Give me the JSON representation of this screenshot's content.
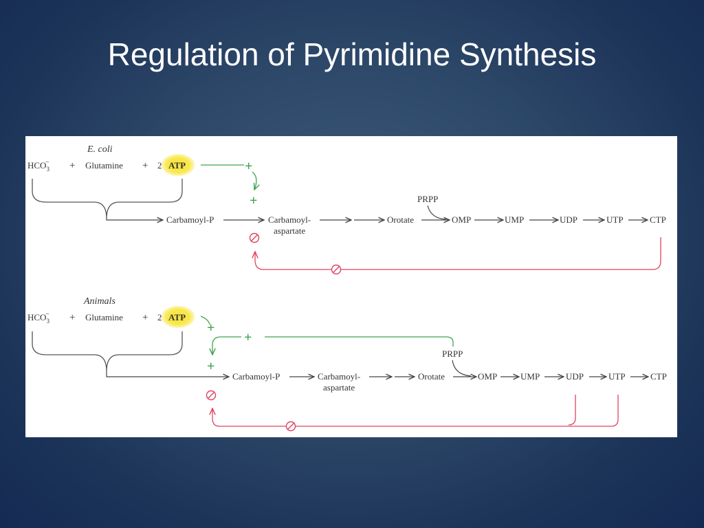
{
  "slide": {
    "title": "Regulation of Pyrimidine Synthesis"
  },
  "colors": {
    "background": "#1d3459",
    "activation": "#3fa34d",
    "inhibition": "#e0425e",
    "atp_highlight": "#f7e23a"
  },
  "ecoli": {
    "label": "E. coli",
    "hco3": "HCO",
    "hco3_sub": "3",
    "hco3_sup": "−",
    "plus1": "+",
    "glutamine": "Glutamine",
    "plus2": "+",
    "two": "2",
    "atp": "ATP",
    "act_plus_top": "+",
    "act_plus_bottom": "+",
    "carbamoyl_p": "Carbamoyl-P",
    "carbamoyl_asp_1": "Carbamoyl-",
    "carbamoyl_asp_2": "aspartate",
    "orotate": "Orotate",
    "prpp": "PRPP",
    "omp": "OMP",
    "ump": "UMP",
    "udp": "UDP",
    "utp": "UTP",
    "ctp": "CTP"
  },
  "animals": {
    "label": "Animals",
    "hco3": "HCO",
    "hco3_sub": "3",
    "hco3_sup": "−",
    "plus1": "+",
    "glutamine": "Glutamine",
    "plus2": "+",
    "two": "2",
    "atp": "ATP",
    "act_plus_top": "+",
    "act_plus_prpp": "+",
    "act_plus_bottom": "+",
    "carbamoyl_p": "Carbamoyl-P",
    "carbamoyl_asp_1": "Carbamoyl-",
    "carbamoyl_asp_2": "aspartate",
    "orotate": "Orotate",
    "prpp": "PRPP",
    "omp": "OMP",
    "ump": "UMP",
    "udp": "UDP",
    "utp": "UTP",
    "ctp": "CTP"
  }
}
